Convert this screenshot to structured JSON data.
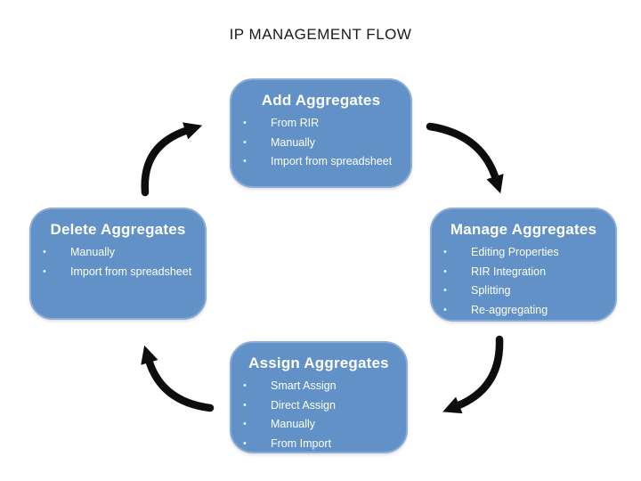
{
  "title": "IP MANAGEMENT FLOW",
  "colors": {
    "box_fill": "#6191C6",
    "box_border": "#8AACD8",
    "box_text": "#FFFFFF",
    "arrow": "#0D0D0D",
    "title_text": "#1A1A1A"
  },
  "boxes": [
    {
      "title": "Add Aggregates",
      "items": [
        "From RIR",
        "Manually",
        "Import from spreadsheet"
      ]
    },
    {
      "title": "Manage Aggregates",
      "items": [
        "Editing Properties",
        "RIR Integration",
        "Splitting",
        "Re-aggregating"
      ]
    },
    {
      "title": "Assign Aggregates",
      "items": [
        "Smart Assign",
        "Direct Assign",
        "Manually",
        "From Import"
      ]
    },
    {
      "title": "Delete Aggregates",
      "items": [
        "Manually",
        "Import from spreadsheet"
      ]
    }
  ],
  "arrows": [
    "delete-to-add",
    "add-to-manage",
    "manage-to-assign",
    "assign-to-delete"
  ]
}
